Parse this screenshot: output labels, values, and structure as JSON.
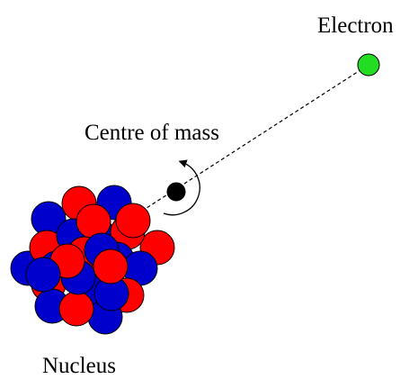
{
  "labels": {
    "electron": "Electron",
    "centre_of_mass": "Centre of mass",
    "nucleus": "Nucleus"
  },
  "colors": {
    "proton": "#ff0000",
    "neutron": "#0000cc",
    "electron": "#22dd22",
    "centre_of_mass": "#000000",
    "outline": "#000000"
  },
  "nucleus": {
    "particle_count": 28
  }
}
